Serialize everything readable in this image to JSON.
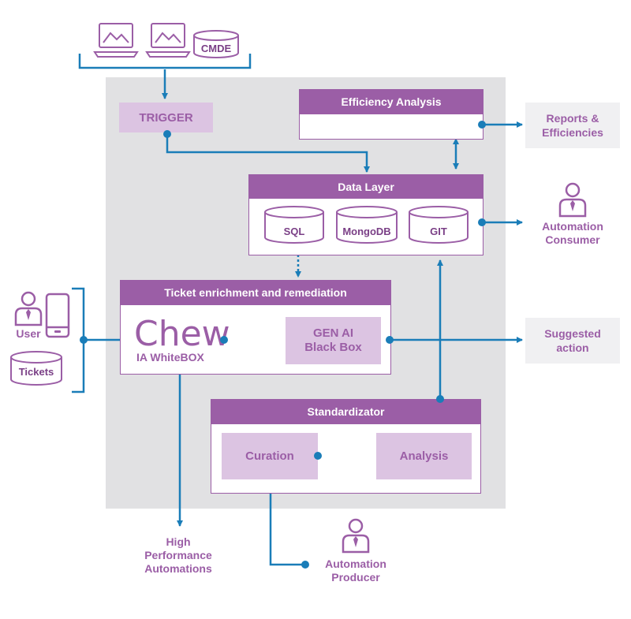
{
  "sources": {
    "cmde_label": "CMDE"
  },
  "trigger": {
    "label": "TRIGGER"
  },
  "efficiency": {
    "title": "Efficiency Analysis"
  },
  "reports": {
    "line1": "Reports &",
    "line2": "Efficiencies"
  },
  "data_layer": {
    "title": "Data Layer",
    "dbs": [
      "SQL",
      "MongoDB",
      "GIT"
    ]
  },
  "consumer": {
    "line1": "Automation",
    "line2": "Consumer"
  },
  "ticket": {
    "title": "Ticket enrichment and remediation",
    "chew": "Chew",
    "whitebox": "IA WhiteBOX",
    "genai_line1": "GEN AI",
    "genai_line2": "Black Box"
  },
  "user": {
    "label": "User",
    "tickets": "Tickets"
  },
  "suggested": {
    "line1": "Suggested",
    "line2": "action"
  },
  "standardizator": {
    "title": "Standardizator",
    "curation": "Curation",
    "analysis": "Analysis"
  },
  "high_perf": {
    "line1": "High",
    "line2": "Performance",
    "line3": "Automations"
  },
  "producer": {
    "line1": "Automation",
    "line2": "Producer"
  },
  "colors": {
    "purple": "#9b5ea6",
    "lilac": "#dcc4e2",
    "blue": "#1a7db8",
    "grey": "#e1e1e3"
  }
}
